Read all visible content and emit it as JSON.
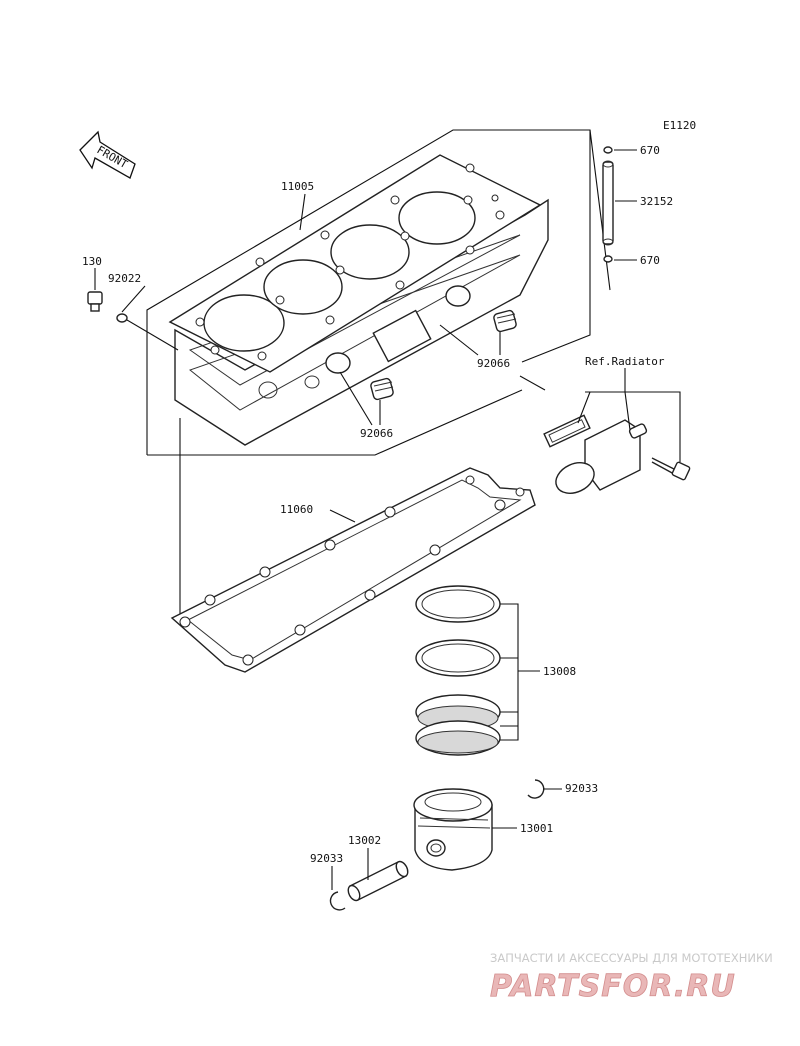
{
  "diagram": {
    "code": "E1120",
    "front_label": "FRONT",
    "ref_label": "Ref.Radiator",
    "parts": {
      "p11005": "11005",
      "p130": "130",
      "p92022": "92022",
      "p670_top": "670",
      "p32152": "32152",
      "p670_bottom": "670",
      "p92066_a": "92066",
      "p92066_b": "92066",
      "p11060": "11060",
      "p13008": "13008",
      "p92033_right": "92033",
      "p13001": "13001",
      "p13002": "13002",
      "p92033_left": "92033"
    }
  },
  "watermark": {
    "line1": "ЗАПЧАСТИ И АКСЕССУАРЫ ДЛЯ МОТОТЕХНИКИ",
    "logo": "PARTSFOR.RU"
  }
}
